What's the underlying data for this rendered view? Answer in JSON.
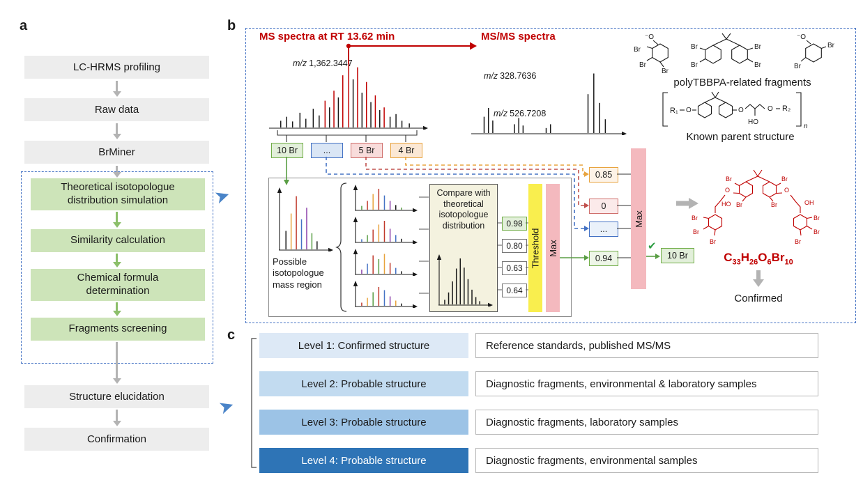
{
  "panels": {
    "a": "a",
    "b": "b",
    "c": "c"
  },
  "icons": {
    "flow_arrow": "➤",
    "check": "✔"
  },
  "colors": {
    "green_box": "#cde4b9",
    "gray_box": "#ededed",
    "dashed_border": "#4472c4",
    "red": "#c00000",
    "threshold_yellow": "#f9ee4e",
    "max_pink": "#f4b9be",
    "tag_green": "#70ad47",
    "tag_blue": "#4472c4",
    "tag_red": "#cf6f6c",
    "tag_orange": "#e8a33d",
    "level1": "#dde9f6",
    "level2": "#c2dbf0",
    "level3": "#9cc3e6",
    "level4": "#2e74b6",
    "arrow_gray": "#b3b3b3",
    "arrow_green": "#8cbf6a",
    "arrow_blue": "#4a84c8"
  },
  "flow_a": {
    "top": [
      "LC-HRMS profiling",
      "Raw data",
      "BrMiner"
    ],
    "green": [
      "Theoretical isotopologue distribution simulation",
      "Similarity calculation",
      "Chemical formula determination",
      "Fragments screening"
    ],
    "bottom": [
      "Structure elucidation",
      "Confirmation"
    ]
  },
  "panel_b": {
    "ms_title": "MS spectra at RT 13.62 min",
    "msms_title": "MS/MS spectra",
    "mz_italic": "m/z",
    "ms_peak_value": "1,362.3447",
    "msms_peak1_value": "328.7636",
    "msms_peak2_value": "526.7208",
    "tags": [
      "10 Br",
      "...",
      "5 Br",
      "4 Br"
    ],
    "possible_label": "Possible isotopologue mass region",
    "compare_label": "Compare with theoretical isotopologue distribution",
    "scores": [
      "0.98",
      "0.80",
      "0.63",
      "0.64"
    ],
    "threshold_label": "Threshold",
    "max_label": "Max",
    "outputs": [
      "0.85",
      "0",
      "...",
      "0.94"
    ],
    "outer_max_label": "Max",
    "result_tag": "10 Br"
  },
  "chem": {
    "fragments_caption": "polyTBBPA-related fragments",
    "parent_caption": "Known parent structure",
    "confirmed": "Confirmed",
    "br": "Br",
    "o_minus": "⁻O",
    "o": "O",
    "ho": "HO",
    "oh": "OH",
    "r1": "R₁",
    "r2": "R₂",
    "n": "n",
    "formula": [
      {
        "t": "C"
      },
      {
        "t": "33",
        "sub": true
      },
      {
        "t": "H"
      },
      {
        "t": "26",
        "sub": true
      },
      {
        "t": "O"
      },
      {
        "t": "6",
        "sub": true
      },
      {
        "t": "Br"
      },
      {
        "t": "10",
        "sub": true
      }
    ]
  },
  "levels": [
    {
      "label": "Level 1: Confirmed structure",
      "desc": "Reference standards, published MS/MS"
    },
    {
      "label": "Level 2: Probable structure",
      "desc": "Diagnostic fragments, environmental & laboratory samples"
    },
    {
      "label": "Level 3: Probable structure",
      "desc": "Diagnostic fragments, laboratory samples"
    },
    {
      "label": "Level 4: Probable structure",
      "desc": "Diagnostic fragments, environmental samples"
    }
  ],
  "spectra": {
    "main": [
      [
        6,
        10,
        "k"
      ],
      [
        10,
        16,
        "k"
      ],
      [
        14,
        9,
        "k"
      ],
      [
        19,
        22,
        "k"
      ],
      [
        23,
        13,
        "k"
      ],
      [
        28,
        28,
        "k"
      ],
      [
        32,
        18,
        "k"
      ],
      [
        36,
        40,
        "r"
      ],
      [
        39,
        30,
        "k"
      ],
      [
        42,
        55,
        "r"
      ],
      [
        45,
        45,
        "k"
      ],
      [
        48,
        78,
        "r"
      ],
      [
        52,
        100,
        "r"
      ],
      [
        55,
        72,
        "k"
      ],
      [
        58,
        90,
        "r"
      ],
      [
        61,
        52,
        "k"
      ],
      [
        64,
        68,
        "r"
      ],
      [
        67,
        38,
        "k"
      ],
      [
        70,
        48,
        "r"
      ],
      [
        73,
        26,
        "k"
      ],
      [
        76,
        30,
        "r"
      ],
      [
        80,
        16,
        "k"
      ],
      [
        84,
        20,
        "k"
      ],
      [
        88,
        10,
        "k"
      ],
      [
        93,
        6,
        "k"
      ]
    ],
    "msms": [
      [
        7,
        26,
        "k"
      ],
      [
        10,
        40,
        "k"
      ],
      [
        13,
        20,
        "k"
      ],
      [
        28,
        14,
        "k"
      ],
      [
        31,
        24,
        "k"
      ],
      [
        34,
        12,
        "k"
      ],
      [
        50,
        8,
        "k"
      ],
      [
        53,
        14,
        "k"
      ],
      [
        79,
        62,
        "k"
      ],
      [
        83,
        95,
        "k"
      ],
      [
        87,
        48,
        "k"
      ],
      [
        91,
        22,
        "k"
      ]
    ],
    "mini_left": [
      [
        10,
        32,
        "k"
      ],
      [
        22,
        62,
        "#e8a33d"
      ],
      [
        34,
        92,
        "#c0392b"
      ],
      [
        46,
        52,
        "#4472c4"
      ],
      [
        58,
        72,
        "#8e44ad"
      ],
      [
        70,
        28,
        "#5a9e45"
      ],
      [
        82,
        14,
        "k"
      ]
    ],
    "cand1": [
      [
        8,
        18,
        "#5a9e45"
      ],
      [
        19,
        42,
        "#c0392b"
      ],
      [
        30,
        75,
        "#e8a33d"
      ],
      [
        41,
        100,
        "#c0392b"
      ],
      [
        52,
        68,
        "#4472c4"
      ],
      [
        63,
        42,
        "#8e44ad"
      ],
      [
        74,
        22,
        "k"
      ],
      [
        85,
        10,
        "#5a9e45"
      ]
    ],
    "cand2": [
      [
        8,
        12,
        "#4472c4"
      ],
      [
        19,
        32,
        "#5a9e45"
      ],
      [
        30,
        58,
        "#c0392b"
      ],
      [
        41,
        82,
        "#e8a33d"
      ],
      [
        52,
        100,
        "#c0392b"
      ],
      [
        63,
        62,
        "#8e44ad"
      ],
      [
        74,
        32,
        "#4472c4"
      ],
      [
        85,
        14,
        "k"
      ]
    ],
    "cand3": [
      [
        8,
        20,
        "#8e44ad"
      ],
      [
        19,
        48,
        "#4472c4"
      ],
      [
        30,
        88,
        "#c0392b"
      ],
      [
        41,
        70,
        "#5a9e45"
      ],
      [
        52,
        95,
        "#e8a33d"
      ],
      [
        63,
        52,
        "#c0392b"
      ],
      [
        74,
        28,
        "#4472c4"
      ],
      [
        85,
        12,
        "k"
      ]
    ],
    "cand4": [
      [
        8,
        15,
        "#c0392b"
      ],
      [
        19,
        38,
        "#e8a33d"
      ],
      [
        30,
        65,
        "#5a9e45"
      ],
      [
        41,
        90,
        "#c0392b"
      ],
      [
        52,
        75,
        "#4472c4"
      ],
      [
        63,
        45,
        "#8e44ad"
      ],
      [
        74,
        25,
        "#e8a33d"
      ],
      [
        85,
        11,
        "k"
      ]
    ],
    "theoretical": [
      [
        8,
        10,
        "k"
      ],
      [
        17,
        26,
        "k"
      ],
      [
        26,
        50,
        "k"
      ],
      [
        35,
        78,
        "k"
      ],
      [
        44,
        100,
        "k"
      ],
      [
        53,
        80,
        "k"
      ],
      [
        62,
        55,
        "k"
      ],
      [
        71,
        32,
        "k"
      ],
      [
        80,
        16,
        "k"
      ],
      [
        89,
        7,
        "k"
      ]
    ]
  }
}
